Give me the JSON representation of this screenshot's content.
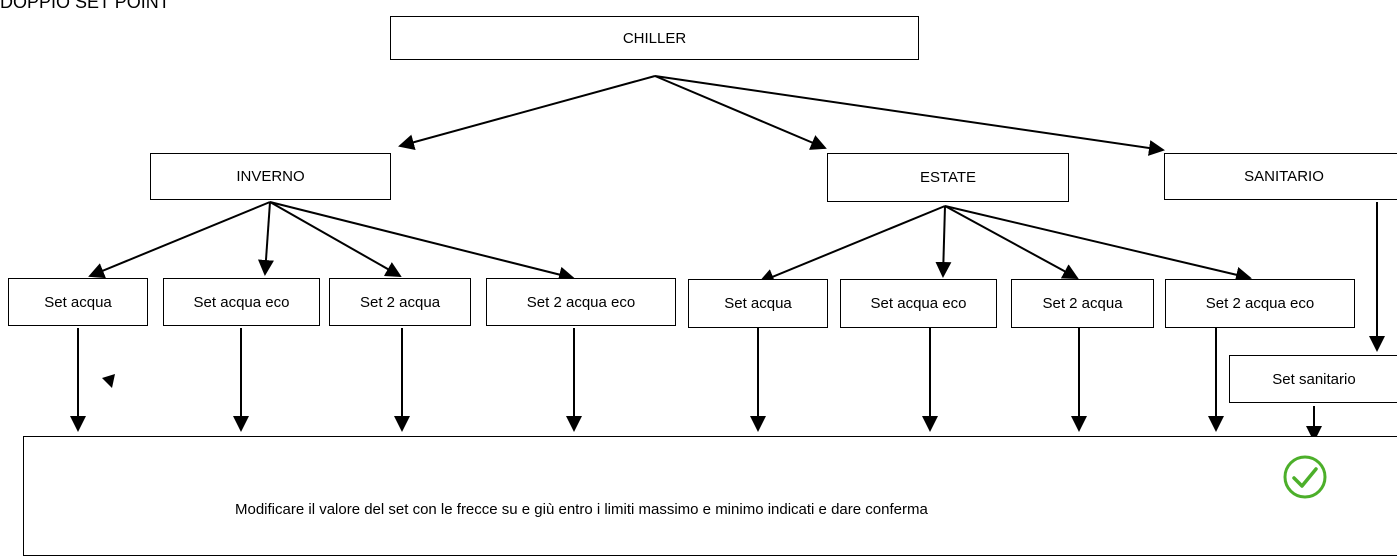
{
  "header_label": "DOPPIO SET POINT",
  "nodes": {
    "root": "CHILLER",
    "winter": "INVERNO",
    "summer": "ESTATE",
    "sanitary": "SANITARIO",
    "winter_set_acqua": "Set acqua",
    "winter_set_acqua_eco": "Set acqua eco",
    "winter_set_2_acqua": "Set 2 acqua",
    "winter_set_2_acqua_eco": "Set 2 acqua eco",
    "summer_set_acqua": "Set acqua",
    "summer_set_acqua_eco": "Set acqua eco",
    "summer_set_2_acqua": "Set 2 acqua",
    "summer_set_2_acqua_eco": "Set 2 acqua eco",
    "set_sanitario": "Set sanitario"
  },
  "instruction": {
    "text": "Modificare il valore del set con le frecce su e giù entro i limiti massimo e minimo indicati e dare conferma",
    "icon": "confirm-check-icon",
    "icon_color": "#4caf2a"
  }
}
